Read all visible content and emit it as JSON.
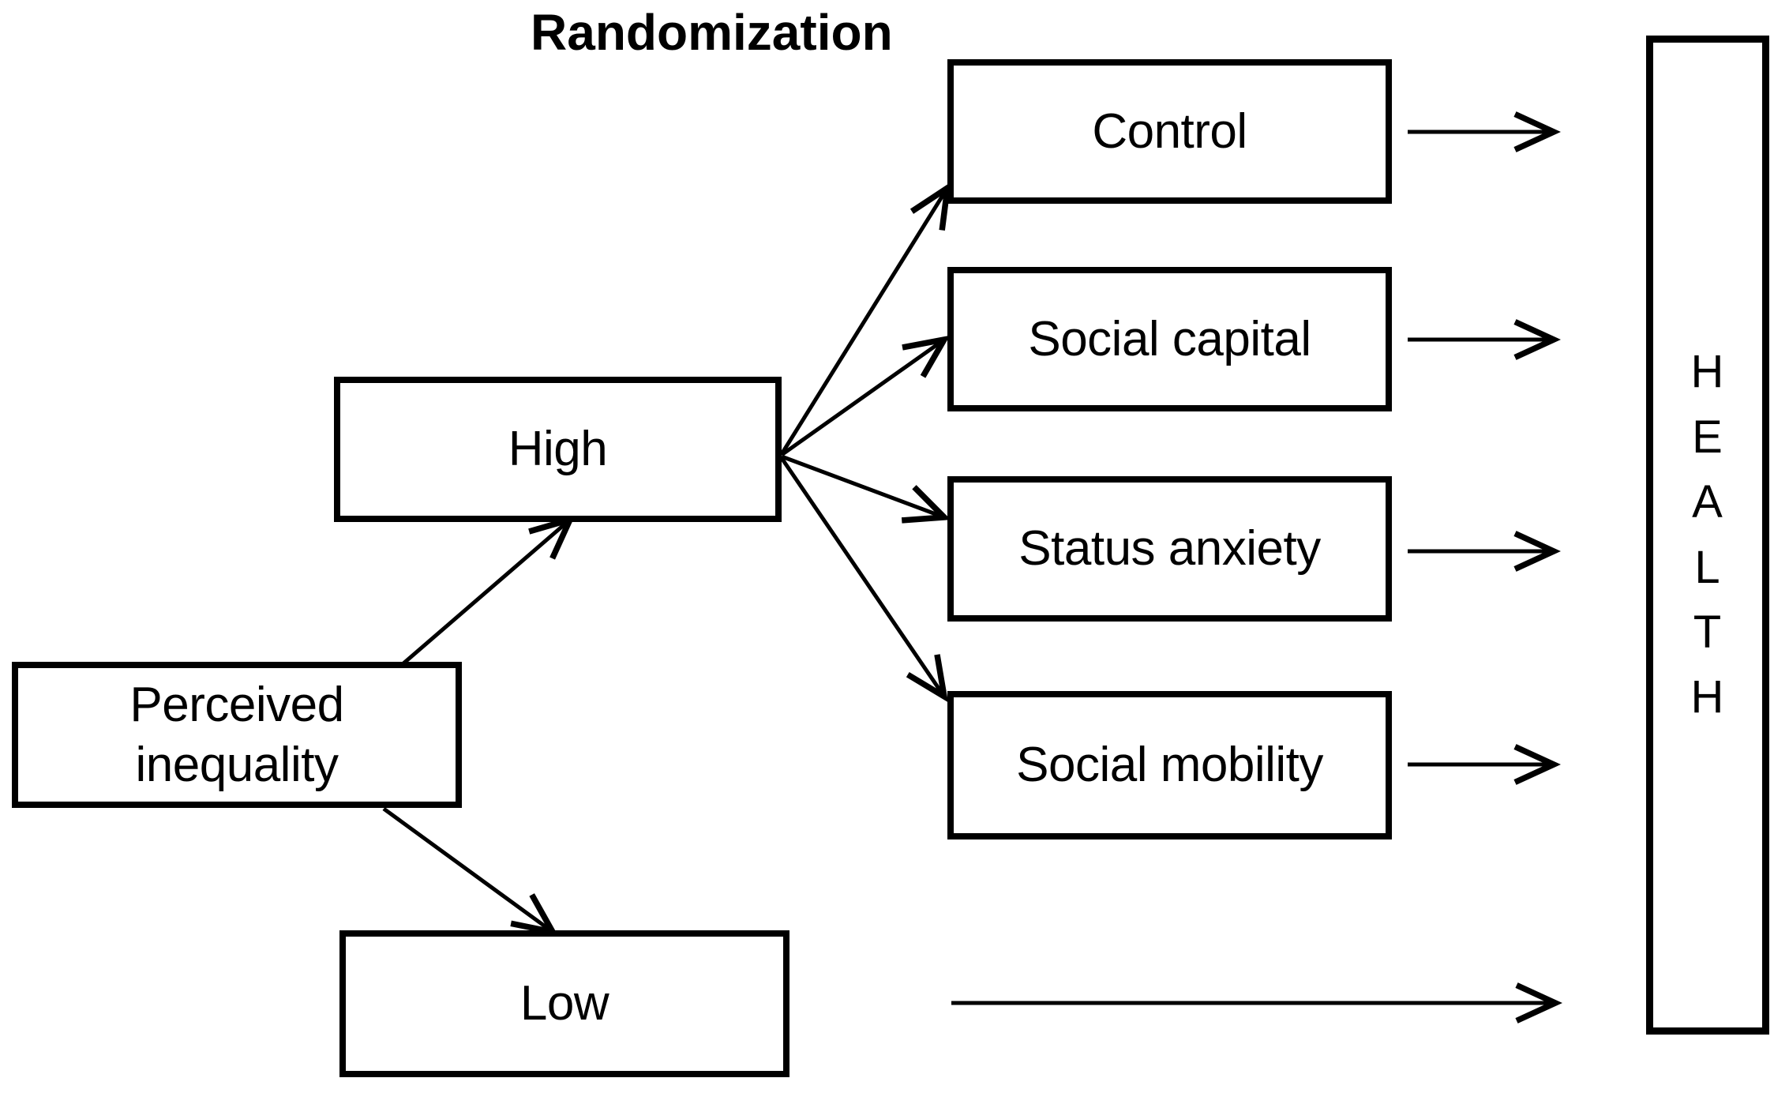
{
  "diagram": {
    "title": "Randomization",
    "background_color": "#ffffff",
    "stroke_color": "#000000",
    "nodes": {
      "perceived_inequality": {
        "label": "Perceived\ninequality"
      },
      "high": {
        "label": "High"
      },
      "low": {
        "label": "Low"
      },
      "control": {
        "label": "Control"
      },
      "social_capital": {
        "label": "Social capital"
      },
      "status_anxiety": {
        "label": "Status anxiety"
      },
      "social_mobility": {
        "label": "Social mobility"
      },
      "health": {
        "label": "H\nE\nA\nL\nT\nH"
      }
    },
    "edges": [
      {
        "from": "perceived_inequality",
        "to": "high",
        "style": "thin-arrow"
      },
      {
        "from": "perceived_inequality",
        "to": "low",
        "style": "thin-arrow"
      },
      {
        "from": "high",
        "to": "control",
        "style": "thin-arrow"
      },
      {
        "from": "high",
        "to": "social_capital",
        "style": "thin-arrow"
      },
      {
        "from": "high",
        "to": "status_anxiety",
        "style": "thin-arrow"
      },
      {
        "from": "high",
        "to": "social_mobility",
        "style": "thin-arrow"
      },
      {
        "from": "control",
        "to": "health",
        "style": "thin-arrow"
      },
      {
        "from": "social_capital",
        "to": "health",
        "style": "thin-arrow"
      },
      {
        "from": "status_anxiety",
        "to": "health",
        "style": "thin-arrow"
      },
      {
        "from": "social_mobility",
        "to": "health",
        "style": "thin-arrow"
      },
      {
        "from": "low",
        "to": "health",
        "style": "thin-arrow"
      }
    ]
  }
}
